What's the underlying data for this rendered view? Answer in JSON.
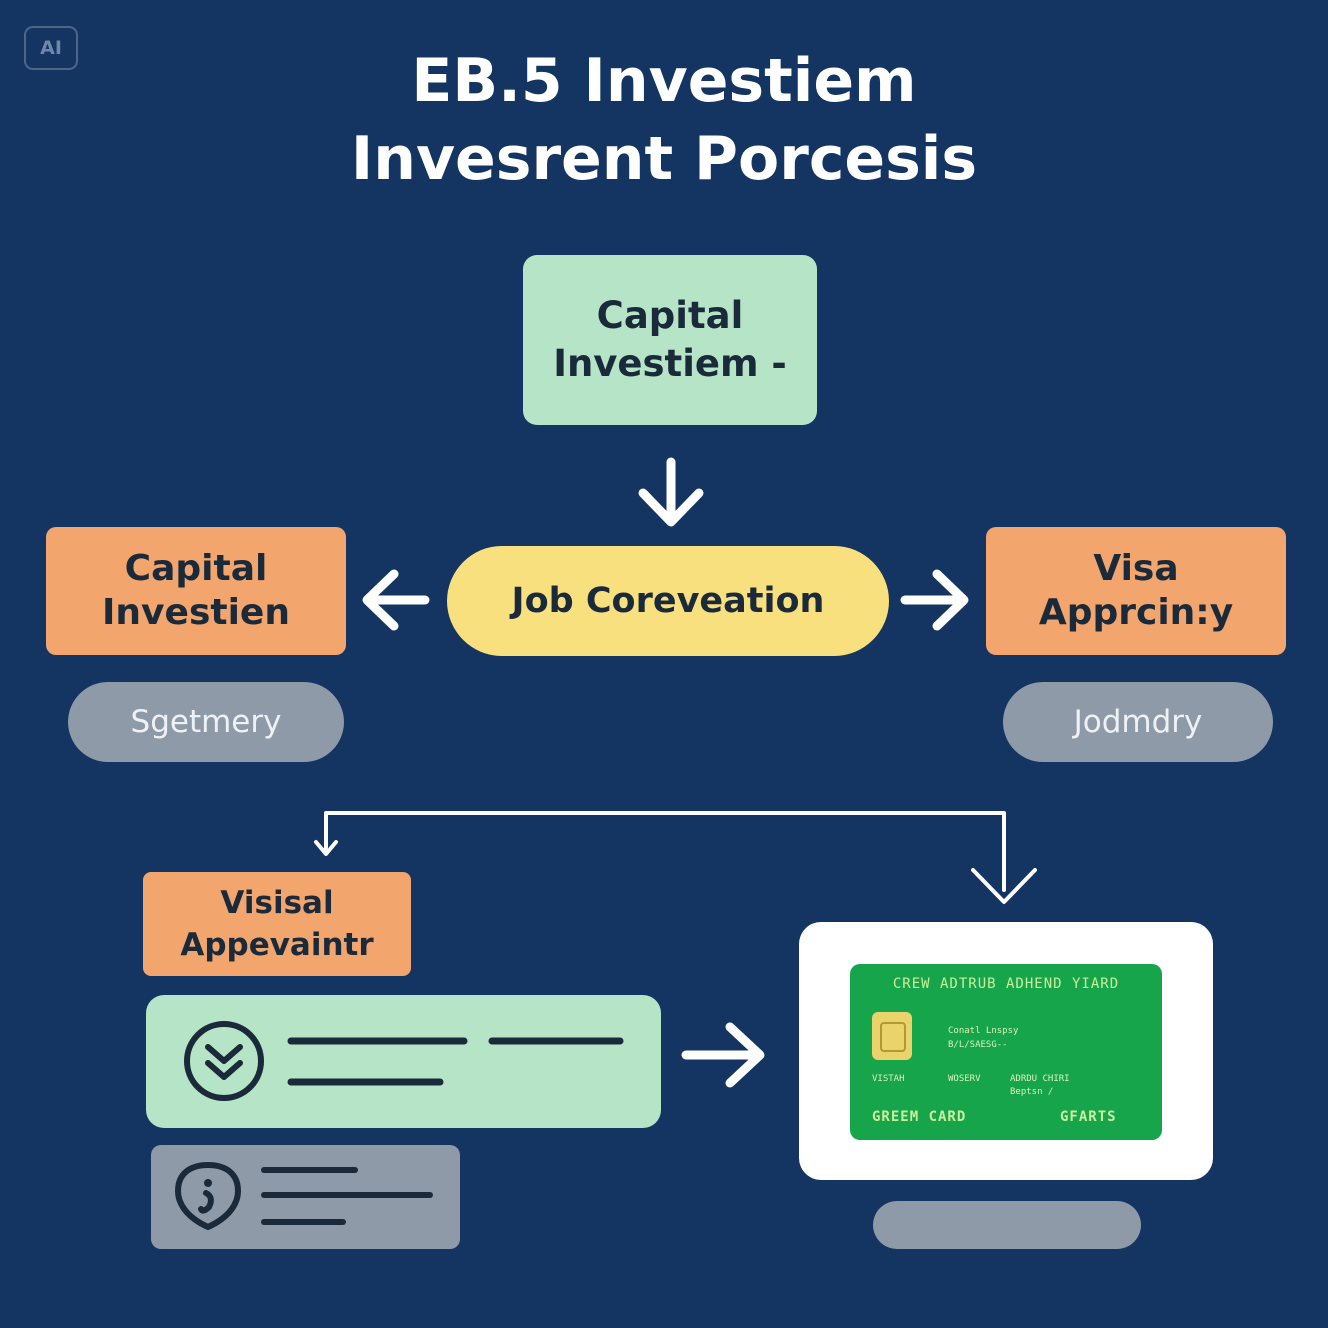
{
  "badge": "AI",
  "title": {
    "line1": "EB.5 Investiem",
    "line2": "Invesrent Porcesis"
  },
  "nodes": {
    "top": {
      "line1": "Capital",
      "line2": "Investiem -"
    },
    "left": {
      "line1": "Capital",
      "line2": "Investien"
    },
    "center": {
      "label": "Job Coreveation"
    },
    "right": {
      "line1": "Visa",
      "line2": "Apprcin:y"
    },
    "pill_left": {
      "label": "Sgetmery"
    },
    "pill_right": {
      "label": "Jodmdry"
    },
    "bottom": {
      "line1": "Visisal",
      "line2": "Appevaintr"
    }
  },
  "green_card": {
    "header": "CREW ADTRUB ADHEND YIARD",
    "info1": "Conatl Lnspsy",
    "info2": "B/L/SAESG--",
    "field1": "VISTAH",
    "field2": "WOSERV",
    "field3": "ADRDU CHIRI",
    "field3b": "Beptsn /",
    "label_left": "GREEM CARD",
    "label_right": "GFARTS"
  },
  "colors": {
    "background": "#143462",
    "green": "#b5e4c6",
    "orange": "#f2a56d",
    "yellow": "#f8e07e",
    "gray": "#8f9aa8",
    "card": "#17a54c",
    "lines": "#ffffff"
  },
  "icons": {
    "check": "double-chevron-down-icon",
    "location": "location-pin-icon",
    "chip": "card-chip-icon"
  }
}
